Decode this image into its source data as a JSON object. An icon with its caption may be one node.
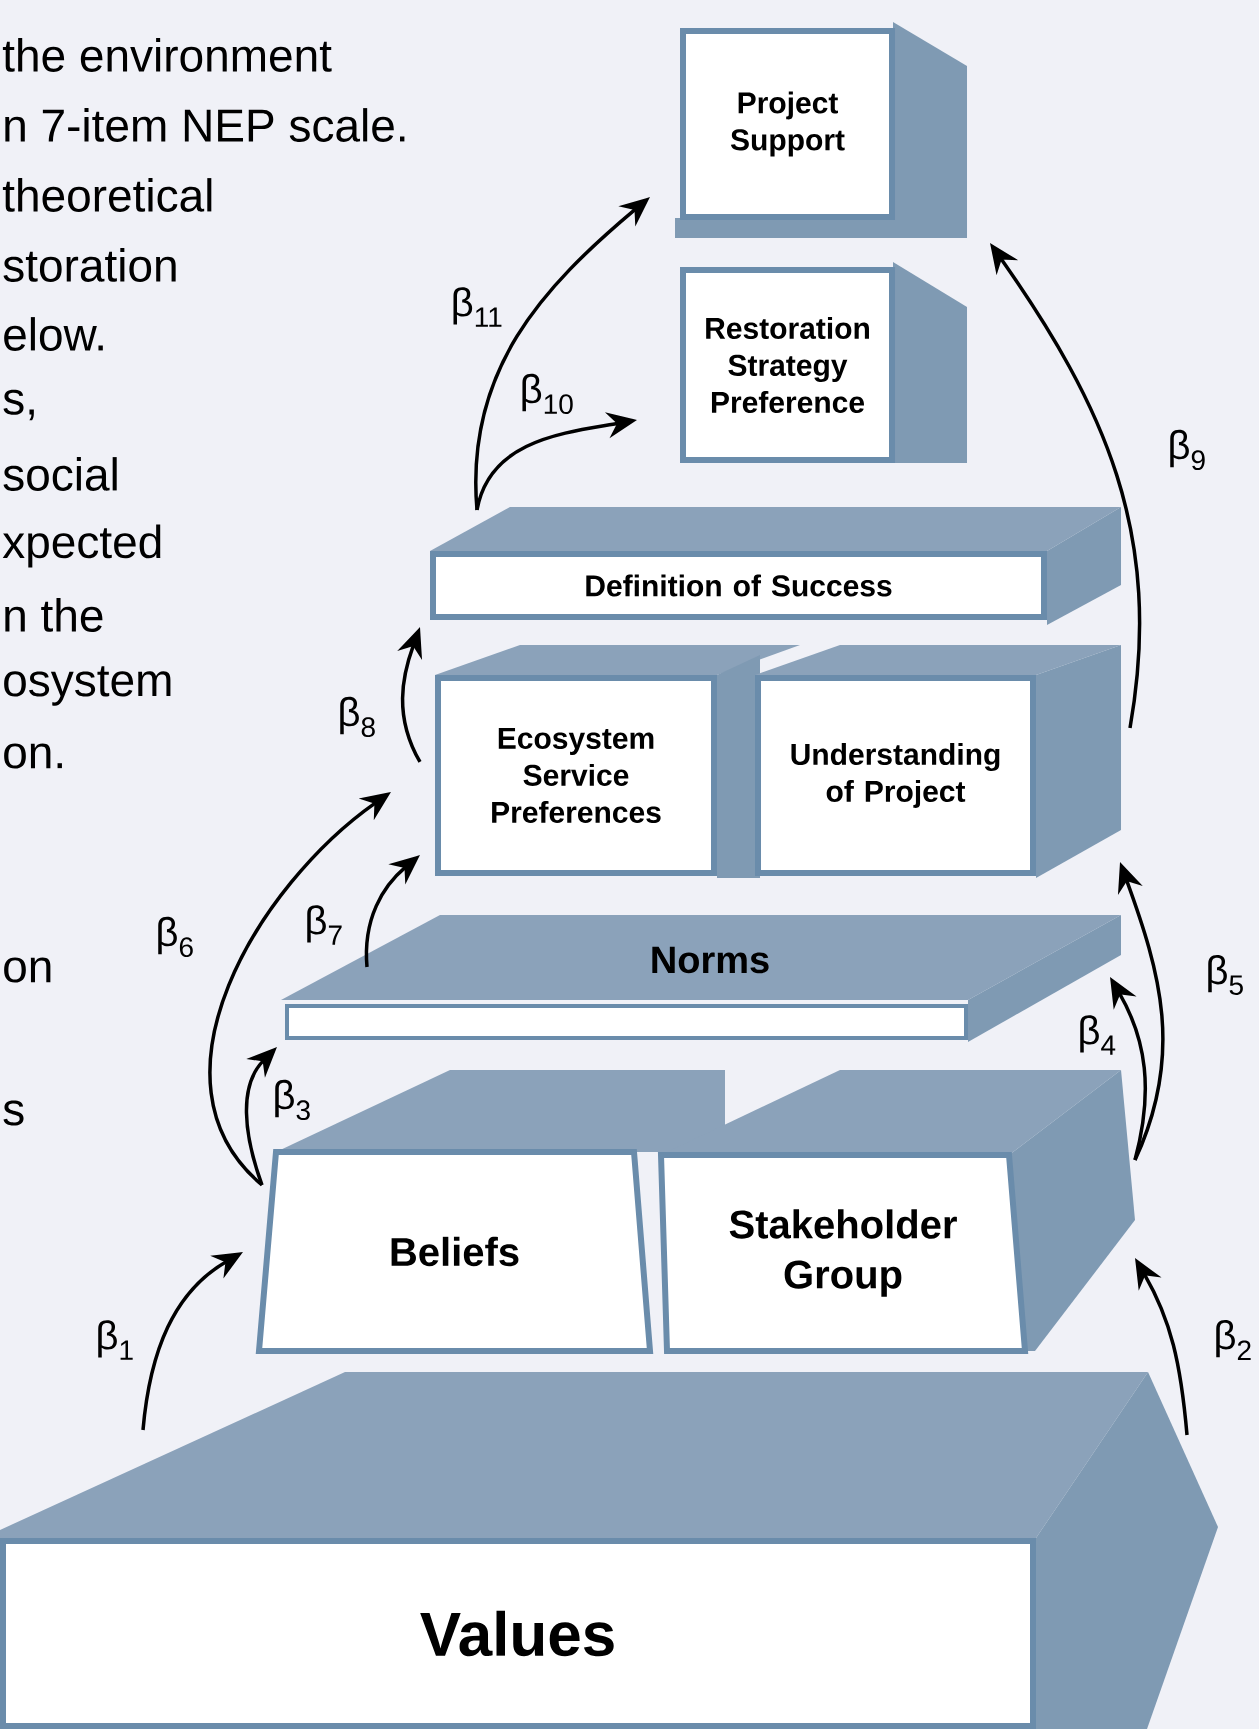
{
  "diagram": {
    "nodes": [
      {
        "text": [
          "Project Support"
        ]
      },
      {
        "text": [
          "Restoration Strategy Preference"
        ]
      },
      {
        "text": [
          "Definition of Success"
        ]
      },
      {
        "text": [
          "Ecosystem Service Preferences"
        ]
      },
      {
        "text": [
          "Understanding of Project"
        ]
      },
      {
        "text": [
          "Norms"
        ]
      },
      {
        "text": [
          "Beliefs"
        ]
      },
      {
        "text": [
          "Stakeholder Group"
        ]
      },
      {
        "text": [
          "Values"
        ]
      }
    ],
    "edges": [
      {
        "from": 8,
        "to": 6,
        "arrow": "to",
        "label": "β$_{1}$"
      },
      {
        "from": 8,
        "to": 7,
        "arrow": "to",
        "label": "β$_{2}$"
      },
      {
        "from": 6,
        "to": 5,
        "arrow": "to",
        "label": "β$_{3}$"
      },
      {
        "from": 7,
        "to": 5,
        "arrow": "to",
        "label": "β$_{4}$"
      },
      {
        "from": 7,
        "to": 4,
        "arrow": "to",
        "label": "β$_{5}$"
      },
      {
        "from": 6,
        "to": 3,
        "arrow": "to",
        "label": "β$_{6}$"
      },
      {
        "from": 5,
        "to": 3,
        "arrow": "to",
        "label": "β$_{7}$"
      },
      {
        "from": 3,
        "to": 2,
        "arrow": "to",
        "label": "β$_{8}$"
      },
      {
        "from": 4,
        "to": 0,
        "arrow": "to",
        "label": "β$_{9}$"
      },
      {
        "from": 2,
        "to": 1,
        "arrow": "to",
        "label": "β$_{10}$"
      },
      {
        "from": 2,
        "to": 0,
        "arrow": "to",
        "label": "β$_{11}$"
      }
    ],
    "labels": [
      "the environment",
      "n 7-item NEP scale.",
      "theoretical",
      "storation",
      "elow.",
      "s,",
      "social",
      "xpected",
      "n the",
      "osystem",
      "on.",
      "on",
      "s"
    ]
  }
}
